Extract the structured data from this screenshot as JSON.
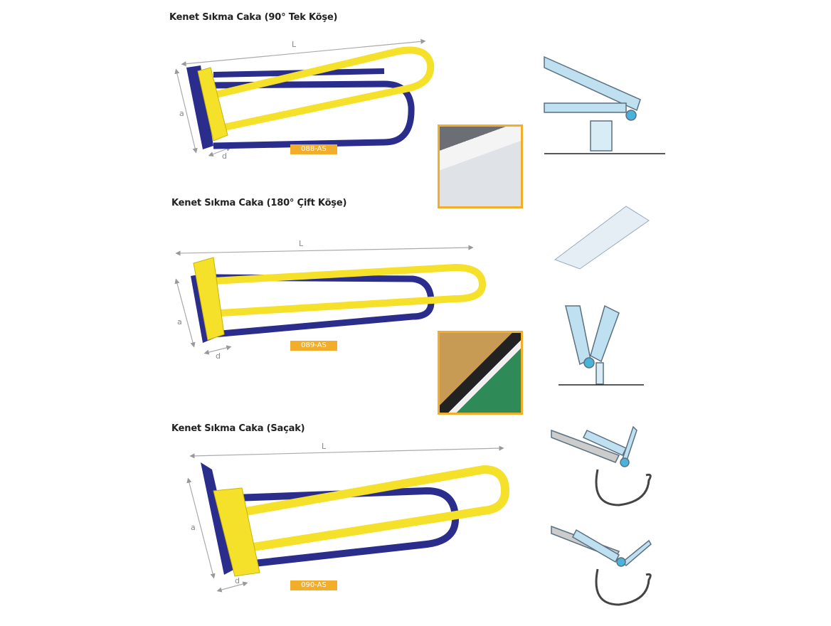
{
  "products": [
    {
      "title": "Kenet Sıkma Caka (90° Tek Köşe)",
      "code": "088-AS",
      "dims": {
        "length": "L",
        "height": "a",
        "depth": "d"
      }
    },
    {
      "title": "Kenet Sıkma Caka (180° Çift Köşe)",
      "code": "089-AS",
      "dims": {
        "length": "L",
        "height": "a",
        "depth": "d"
      }
    },
    {
      "title": "Kenet Sıkma Caka (Saçak)",
      "code": "090-AS",
      "dims": {
        "length": "L",
        "height": "a",
        "depth": "d"
      }
    }
  ],
  "colors": {
    "yellow": "#f5e12a",
    "blue": "#2a2d8c",
    "badge": "#f2ae2a",
    "diagram": "#bfe0f0"
  }
}
